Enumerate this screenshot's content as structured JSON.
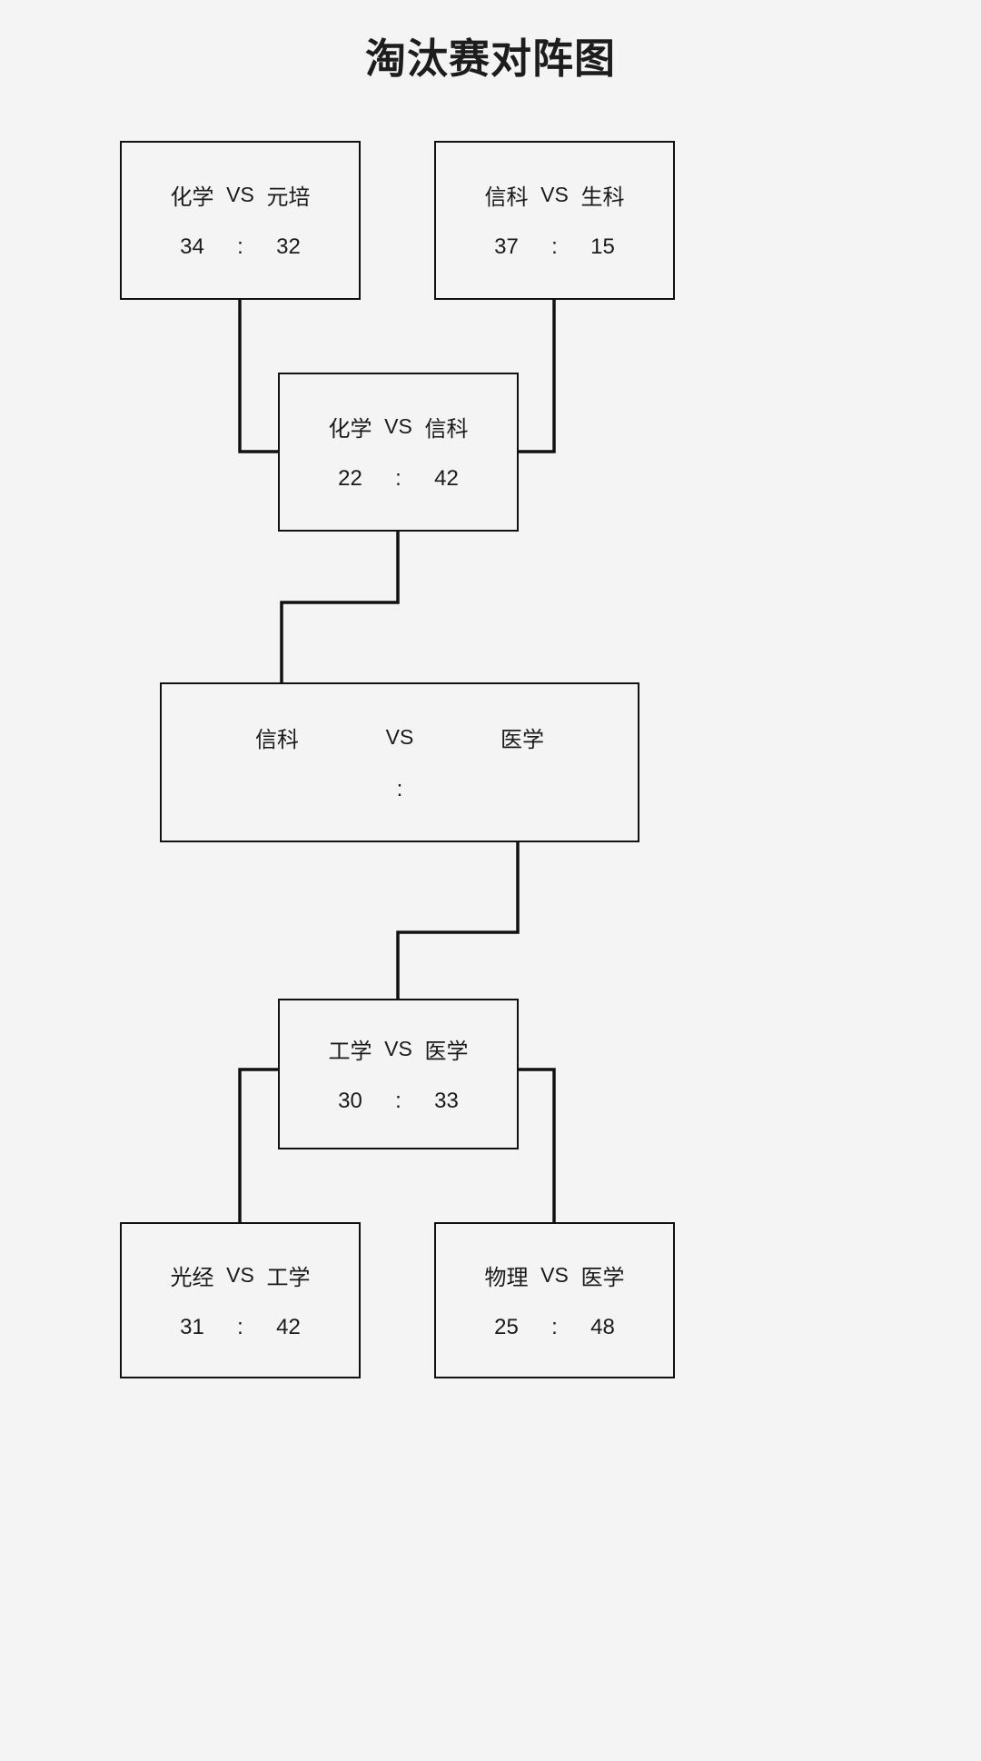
{
  "title": "淘汰赛对阵图",
  "labels": {
    "vs": "VS",
    "colon": ":"
  },
  "bracket": {
    "matches": [
      {
        "id": "qf-1",
        "round": "quarterfinal",
        "team_left": "化学",
        "team_right": "元培",
        "score_left": "34",
        "score_right": "32",
        "vs": "VS",
        "colon": ":"
      },
      {
        "id": "qf-2",
        "round": "quarterfinal",
        "team_left": "信科",
        "team_right": "生科",
        "score_left": "37",
        "score_right": "15",
        "vs": "VS",
        "colon": ":"
      },
      {
        "id": "sf-1",
        "round": "semifinal",
        "team_left": "化学",
        "team_right": "信科",
        "score_left": "22",
        "score_right": "42",
        "vs": "VS",
        "colon": ":"
      },
      {
        "id": "final",
        "round": "final",
        "team_left": "信科",
        "team_right": "医学",
        "score_left": "",
        "score_right": "",
        "vs": "VS",
        "colon": ":"
      },
      {
        "id": "sf-2",
        "round": "semifinal",
        "team_left": "工学",
        "team_right": "医学",
        "score_left": "30",
        "score_right": "33",
        "vs": "VS",
        "colon": ":"
      },
      {
        "id": "qf-3",
        "round": "quarterfinal",
        "team_left": "光经",
        "team_right": "工学",
        "score_left": "31",
        "score_right": "42",
        "vs": "VS",
        "colon": ":"
      },
      {
        "id": "qf-4",
        "round": "quarterfinal",
        "team_left": "物理",
        "team_right": "医学",
        "score_left": "25",
        "score_right": "48",
        "vs": "VS",
        "colon": ":"
      }
    ]
  },
  "colors": {
    "background": "#f4f4f4",
    "line": "#111111",
    "text": "#1a1a1a",
    "title": "#1d1d1d"
  }
}
